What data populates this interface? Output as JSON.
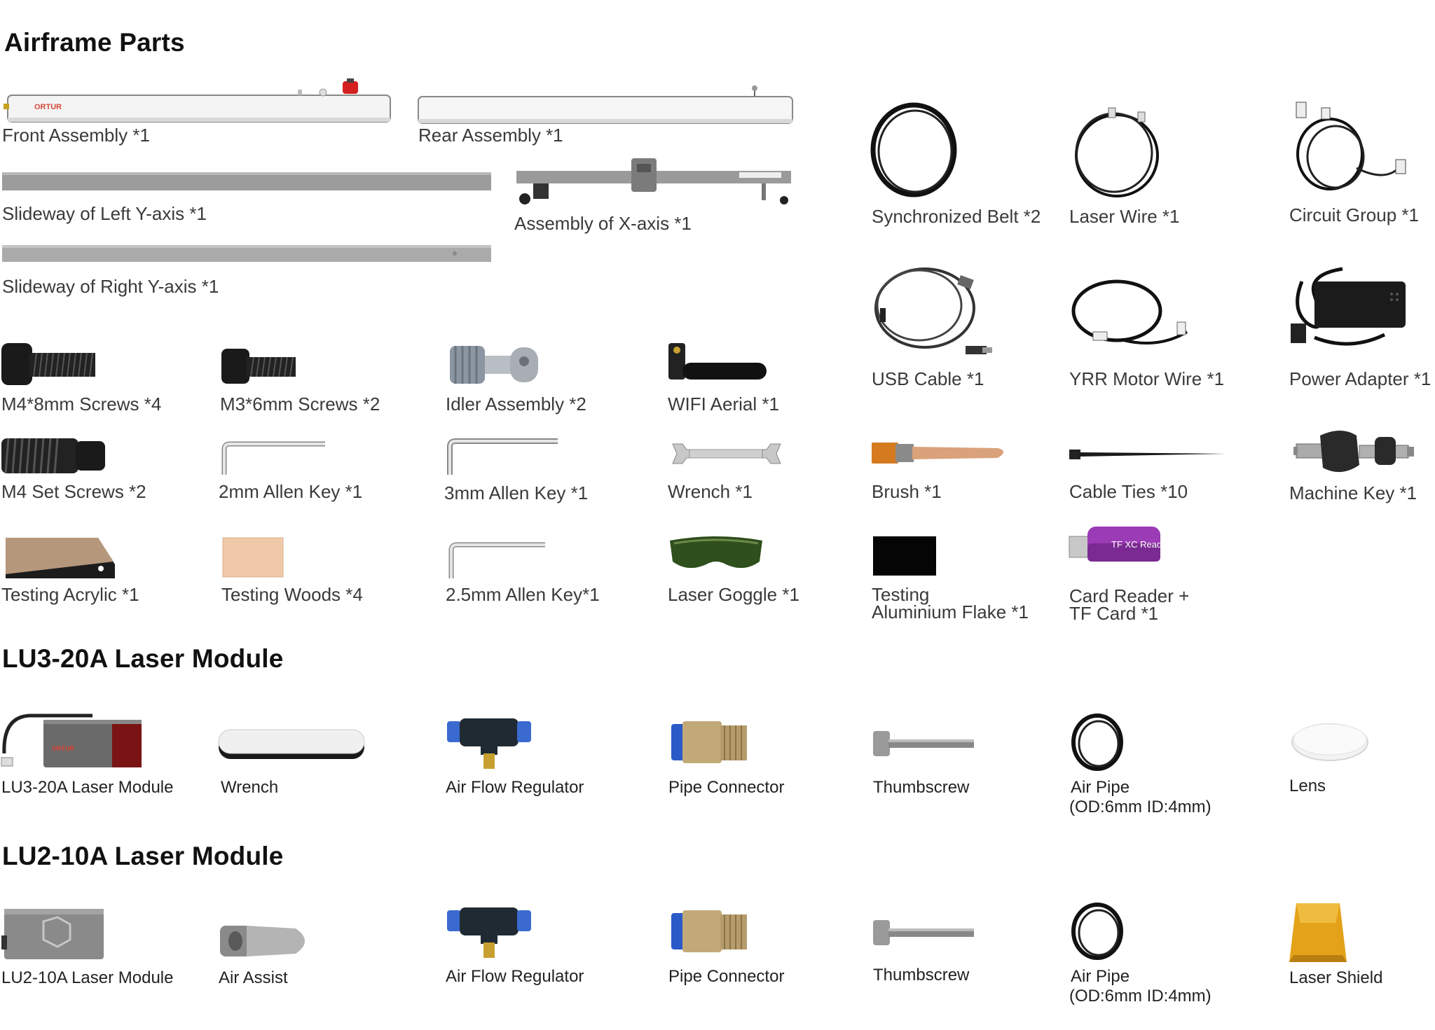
{
  "sections": {
    "airframe": {
      "title": "Airframe Parts",
      "items": {
        "front": "Front Assembly *1",
        "rear": "Rear Assembly *1",
        "slide_left": "Slideway of Left Y-axis *1",
        "x_axis": "Assembly of X-axis *1",
        "slide_right": "Slideway of Right Y-axis *1",
        "sync_belt": "Synchronized Belt *2",
        "laser_wire": "Laser Wire *1",
        "circuit": "Circuit Group *1",
        "usb": "USB Cable *1",
        "yrr": "YRR Motor Wire *1",
        "power": "Power Adapter *1",
        "m4_8": "M4*8mm Screws *4",
        "m3_6": "M3*6mm Screws *2",
        "idler": "Idler Assembly *2",
        "wifi": "WIFI Aerial *1",
        "m4_set": "M4 Set Screws *2",
        "allen2": "2mm Allen Key *1",
        "allen3": "3mm Allen Key *1",
        "wrench": "Wrench *1",
        "brush": "Brush *1",
        "ties": "Cable Ties *10",
        "machine_key": "Machine Key *1",
        "acrylic": "Testing Acrylic *1",
        "woods": "Testing Woods *4",
        "allen25": "2.5mm Allen Key*1",
        "goggle": "Laser Goggle *1",
        "alu_1": "Testing",
        "alu_2": "Aluminium Flake *1",
        "card_1": "Card Reader +",
        "card_2": "TF Card *1"
      },
      "brand_mark": "ORTUR",
      "card_reader_print": "TF XC Reader"
    },
    "lu3": {
      "title": "LU3-20A Laser Module",
      "items": {
        "module": "LU3-20A Laser Module",
        "wrench": "Wrench",
        "regulator": "Air Flow Regulator",
        "pipe_conn": "Pipe Connector",
        "thumbscrew": "Thumbscrew",
        "air_pipe_1": "Air Pipe",
        "air_pipe_2": "(OD:6mm ID:4mm)",
        "lens": "Lens"
      }
    },
    "lu2": {
      "title": "LU2-10A Laser Module",
      "items": {
        "module": "LU2-10A Laser Module",
        "air_assist": "Air Assist",
        "regulator": "Air Flow Regulator",
        "pipe_conn": "Pipe Connector",
        "thumbscrew": "Thumbscrew",
        "air_pipe_1": "Air Pipe",
        "air_pipe_2": "(OD:6mm ID:4mm)",
        "laser_shield": "Laser Shield"
      }
    }
  },
  "colors": {
    "heading": "#111111",
    "label": "#3a3a3a",
    "rail": "#9c9c9c",
    "goggle": "#2f4f1c",
    "shield": "#e3a21a",
    "card_reader": "#9b3bb5",
    "brush_handle": "#d9a27a"
  }
}
